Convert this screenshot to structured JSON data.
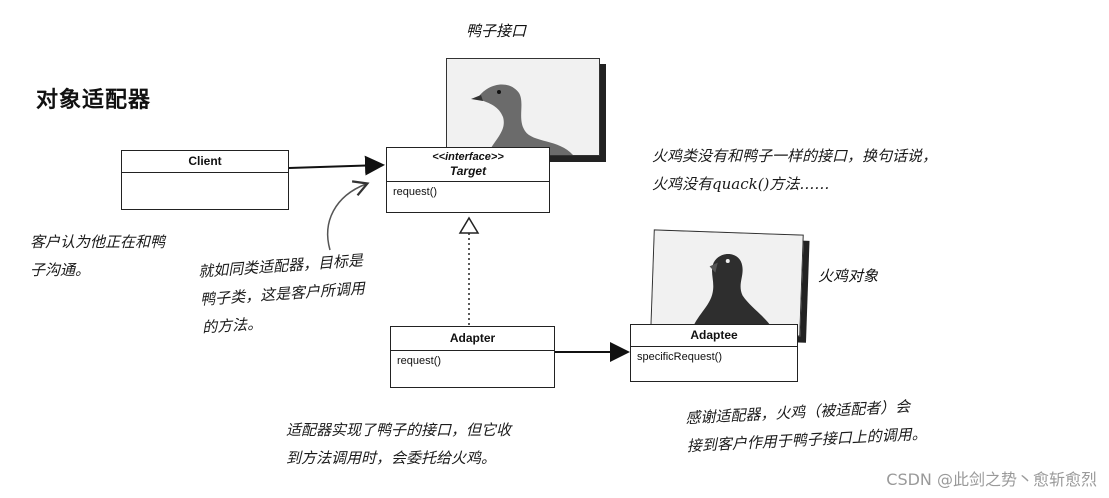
{
  "title": "对象适配器",
  "labels": {
    "duck_interface": "鸭子接口",
    "turkey_object": "火鸡对象"
  },
  "classes": {
    "client": {
      "name": "Client"
    },
    "target": {
      "stereotype": "<<interface>>",
      "name": "Target",
      "method": "request()"
    },
    "adapter": {
      "name": "Adapter",
      "method": "request()"
    },
    "adaptee": {
      "name": "Adaptee",
      "method": "specificRequest()"
    }
  },
  "notes": {
    "client_note": [
      "客户认为他正在和鸭",
      "子沟通。"
    ],
    "adapter_note": [
      "就如同类适配器，目标是",
      "鸭子类，这是客户所调用",
      "的方法。"
    ],
    "turkey_note": [
      "火鸡类没有和鸭子一样的接口，换句话说，",
      "火鸡没有quack()方法……"
    ],
    "adapter_impl_note": [
      "适配器实现了鸭子的接口，但它收",
      "到方法调用时，会委托给火鸡。"
    ],
    "adaptee_note": [
      "感谢适配器，火鸡（被适配者）会",
      "接到客户作用于鸭子接口上的调用。"
    ]
  },
  "watermark": "CSDN @此剑之势丶愈斩愈烈"
}
